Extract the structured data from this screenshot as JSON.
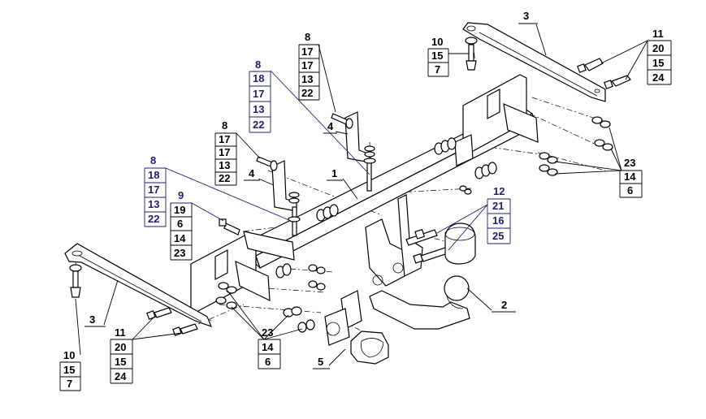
{
  "callouts": {
    "part_1": "1",
    "part_2": "2",
    "part_3_left": "3",
    "part_3_right": "3",
    "part_4_left": "4",
    "part_4_right": "4",
    "part_5": "5"
  },
  "stacks": {
    "top_center": {
      "items": [
        "8",
        "17",
        "17",
        "13",
        "22"
      ]
    },
    "center_navy": {
      "items": [
        "8",
        "18",
        "17",
        "13",
        "22"
      ]
    },
    "left_mid": {
      "items": [
        "8",
        "17",
        "17",
        "13",
        "22"
      ]
    },
    "left_navy": {
      "items": [
        "8",
        "18",
        "17",
        "13",
        "22"
      ]
    },
    "left_bolt": {
      "items": [
        "9",
        "19",
        "6",
        "14",
        "23"
      ]
    },
    "top_right_small": {
      "items": [
        "10",
        "15",
        "7"
      ]
    },
    "top_right_bolts": {
      "items": [
        "11",
        "20",
        "15",
        "24"
      ]
    },
    "right_nuts": {
      "items": [
        "23",
        "14",
        "6"
      ]
    },
    "ball_bolts": {
      "items": [
        "12",
        "21",
        "16",
        "25"
      ]
    },
    "bottom_nuts": {
      "items": [
        "23",
        "14",
        "6"
      ]
    },
    "bottom_bolts": {
      "items": [
        "11",
        "20",
        "15",
        "24"
      ]
    },
    "bottom_left": {
      "items": [
        "10",
        "15",
        "7"
      ]
    }
  },
  "colors": {
    "ink": "#000000",
    "navy": "#1f1f6e"
  }
}
